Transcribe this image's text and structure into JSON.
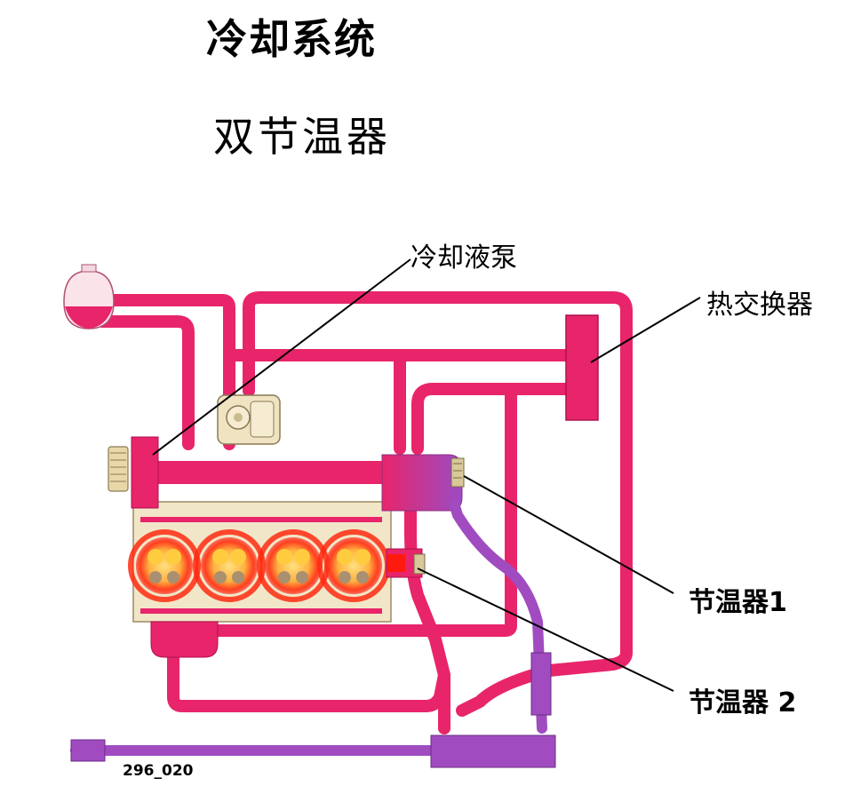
{
  "title": "冷却系统",
  "subtitle": "双节温器",
  "labels": {
    "pump": "冷却液泵",
    "heat_exchanger": "热交换器",
    "thermostat1": "节温器1",
    "thermostat2": "节温器 2"
  },
  "figure_id": "296_020",
  "colors": {
    "hot_coolant": "#e8256a",
    "cool_coolant": "#a04cc0",
    "engine_block": "#f2e6c8",
    "cylinder_glow": "#ff2a10"
  },
  "cylinders": 4
}
